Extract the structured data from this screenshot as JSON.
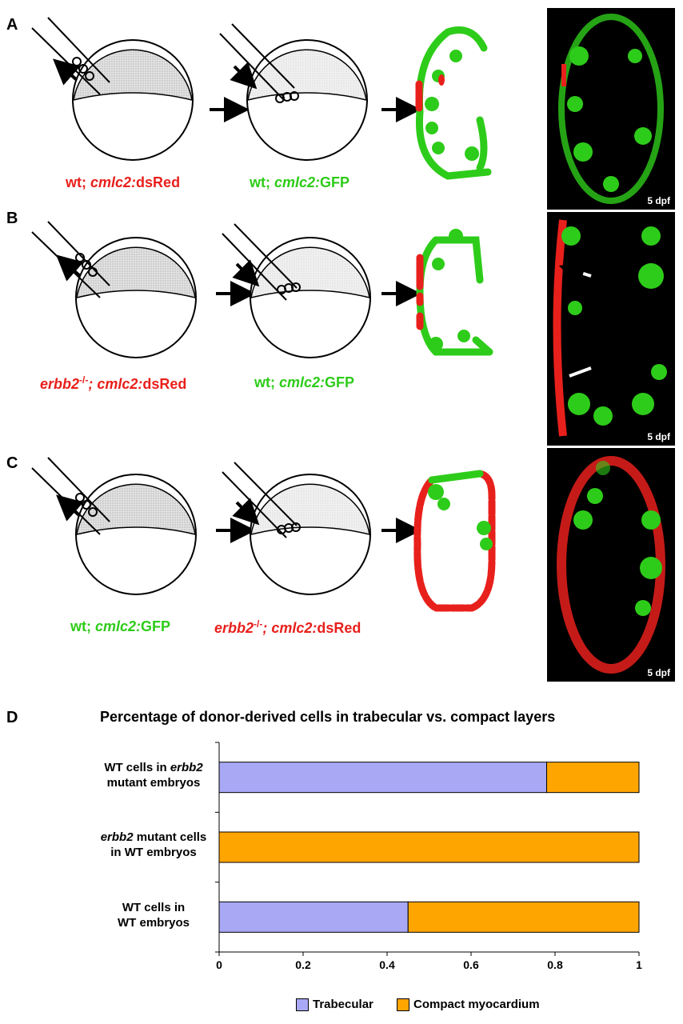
{
  "panels": {
    "A": {
      "letter": "A",
      "donor": {
        "prefix": "wt; ",
        "italic": "cmlc2:",
        "suffix": "dsRed"
      },
      "host": {
        "prefix": "wt; ",
        "italic": "cmlc2:",
        "suffix": "GFP"
      },
      "stage": "5 dpf"
    },
    "B": {
      "letter": "B",
      "donor": {
        "gene": "erbb2",
        "sup": "-/-",
        "sep": "; ",
        "italic": "cmlc2:",
        "suffix": "dsRed"
      },
      "host": {
        "prefix": "wt; ",
        "italic": "cmlc2:",
        "suffix": "GFP"
      },
      "stage": "5 dpf"
    },
    "C": {
      "letter": "C",
      "donor": {
        "prefix": "wt; ",
        "italic": "cmlc2:",
        "suffix": "GFP"
      },
      "host": {
        "gene": "erbb2",
        "sup": "-/-",
        "sep": "; ",
        "italic": "cmlc2:",
        "suffix": "dsRed"
      },
      "stage": "5 dpf"
    },
    "D": {
      "letter": "D"
    }
  },
  "colors": {
    "red": "#e8201c",
    "green": "#2ecc1a",
    "trabecular": "#a8a8f5",
    "compact": "#ffa500"
  },
  "chart_data": {
    "type": "bar",
    "orientation": "horizontal-stacked",
    "title": "Percentage of donor-derived cells in trabecular vs. compact layers",
    "categories": [
      {
        "line1a": "WT cells in ",
        "line1b": "erbb2",
        "line2": "mutant embryos"
      },
      {
        "line1a": "",
        "line1b": "erbb2",
        "line1c": " mutant cells",
        "line2": "in WT embryos"
      },
      {
        "line1a": "WT cells in",
        "line1b": "",
        "line2": "WT embryos"
      }
    ],
    "series": [
      {
        "name": "Trabecular",
        "values": [
          0.78,
          0.0,
          0.45
        ]
      },
      {
        "name": "Compact myocardium",
        "values": [
          0.22,
          1.0,
          0.55
        ]
      }
    ],
    "xlim": [
      0,
      1
    ],
    "xticks": [
      "0",
      "0.2",
      "0.4",
      "0.6",
      "0.8",
      "1"
    ],
    "legend_position": "bottom"
  }
}
